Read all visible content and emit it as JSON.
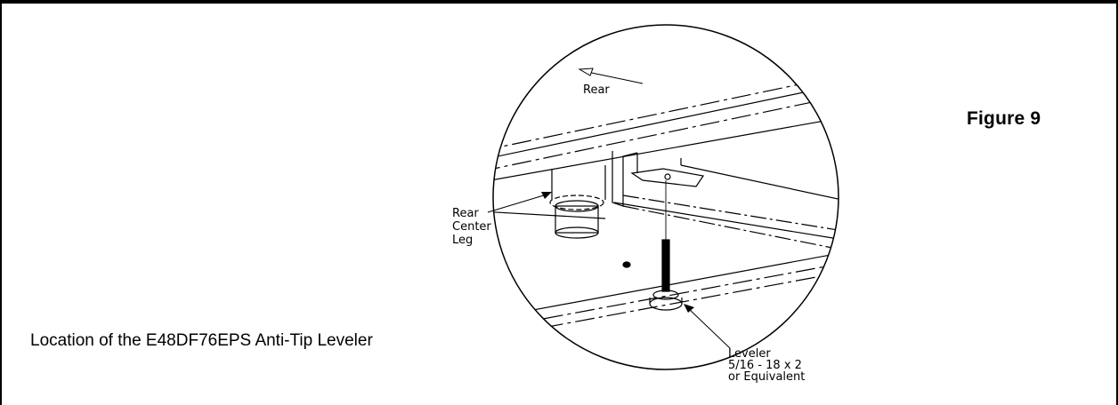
{
  "figure": {
    "label": "Figure 9",
    "caption": "Location of the E48DF76EPS Anti-Tip Leveler"
  },
  "callouts": {
    "rear": "Rear",
    "rear_center_leg": [
      "Rear",
      "Center",
      "Leg"
    ],
    "leveler": [
      "Leveler",
      "5/16 - 18 x 2",
      "or Equivalent"
    ]
  }
}
